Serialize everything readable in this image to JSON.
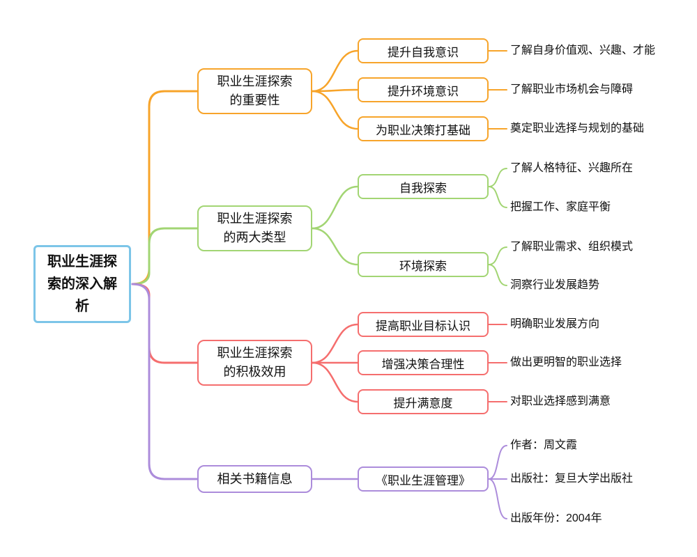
{
  "colors": {
    "root": "#7CC5E8",
    "importance": "#F7A42A",
    "types": "#A2D573",
    "effects": "#F56E6E",
    "books": "#AC8CDB"
  },
  "root": {
    "label": "职业生涯探索的深入解析"
  },
  "branches": [
    {
      "label": "职业生涯探索的重要性",
      "children": [
        {
          "label": "提升自我意识",
          "leaves": [
            "了解自身价值观、兴趣、才能"
          ]
        },
        {
          "label": "提升环境意识",
          "leaves": [
            "了解职业市场机会与障碍"
          ]
        },
        {
          "label": "为职业决策打基础",
          "leaves": [
            "奠定职业选择与规划的基础"
          ]
        }
      ]
    },
    {
      "label": "职业生涯探索的两大类型",
      "children": [
        {
          "label": "自我探索",
          "leaves": [
            "了解人格特征、兴趣所在",
            "把握工作、家庭平衡"
          ]
        },
        {
          "label": "环境探索",
          "leaves": [
            "了解职业需求、组织模式",
            "洞察行业发展趋势"
          ]
        }
      ]
    },
    {
      "label": "职业生涯探索的积极效用",
      "children": [
        {
          "label": "提高职业目标认识",
          "leaves": [
            "明确职业发展方向"
          ]
        },
        {
          "label": "增强决策合理性",
          "leaves": [
            "做出更明智的职业选择"
          ]
        },
        {
          "label": "提升满意度",
          "leaves": [
            "对职业选择感到满意"
          ]
        }
      ]
    },
    {
      "label": "相关书籍信息",
      "children": [
        {
          "label": "《职业生涯管理》",
          "leaves": [
            "作者：周文霞",
            "出版社：复旦大学出版社",
            "出版年份：2004年"
          ]
        }
      ]
    }
  ]
}
